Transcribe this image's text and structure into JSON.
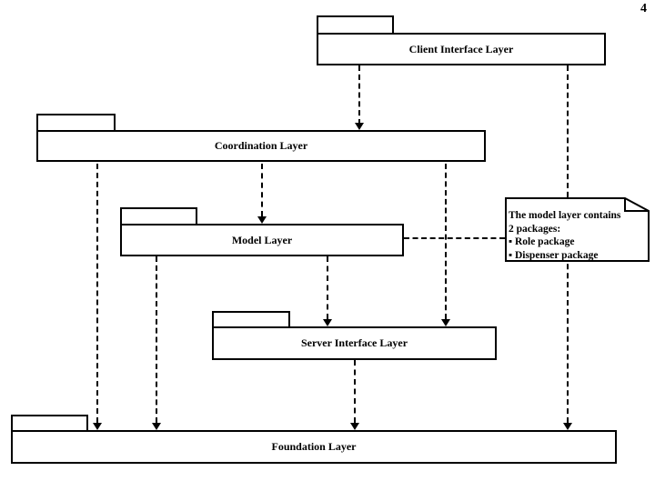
{
  "page": {
    "number": "4"
  },
  "diagram": {
    "type": "uml-package-diagram",
    "background_color": "#ffffff",
    "line_color": "#000000"
  },
  "packages": [
    {
      "id": "client-interface-layer",
      "label": "Client Interface Layer"
    },
    {
      "id": "coordination-layer",
      "label": "Coordination Layer"
    },
    {
      "id": "model-layer",
      "label": "Model Layer"
    },
    {
      "id": "server-interface-layer",
      "label": "Server Interface Layer"
    },
    {
      "id": "foundation-layer",
      "label": "Foundation Layer"
    }
  ],
  "note": {
    "lines": [
      "The model layer contains",
      "2 packages:",
      "▪ Role package",
      "▪ Dispenser package"
    ]
  },
  "connectors": [
    {
      "from": "Client Interface Layer",
      "to": "Coordination Layer",
      "type": "dashed-arrow"
    },
    {
      "from": "Client Interface Layer",
      "to": "Foundation Layer",
      "type": "dashed-arrow"
    },
    {
      "from": "Coordination Layer",
      "to": "Foundation Layer",
      "type": "dashed-arrow"
    },
    {
      "from": "Coordination Layer",
      "to": "Model Layer",
      "type": "dashed-arrow"
    },
    {
      "from": "Coordination Layer",
      "to": "Server Interface Layer",
      "type": "dashed-arrow"
    },
    {
      "from": "Model Layer",
      "to": "Foundation Layer",
      "type": "dashed-arrow"
    },
    {
      "from": "Model Layer",
      "to": "Server Interface Layer",
      "type": "dashed-arrow"
    },
    {
      "from": "Server Interface Layer",
      "to": "Foundation Layer",
      "type": "dashed-arrow"
    },
    {
      "from": "Model Layer",
      "to": "note",
      "type": "dashed-anchor"
    }
  ]
}
